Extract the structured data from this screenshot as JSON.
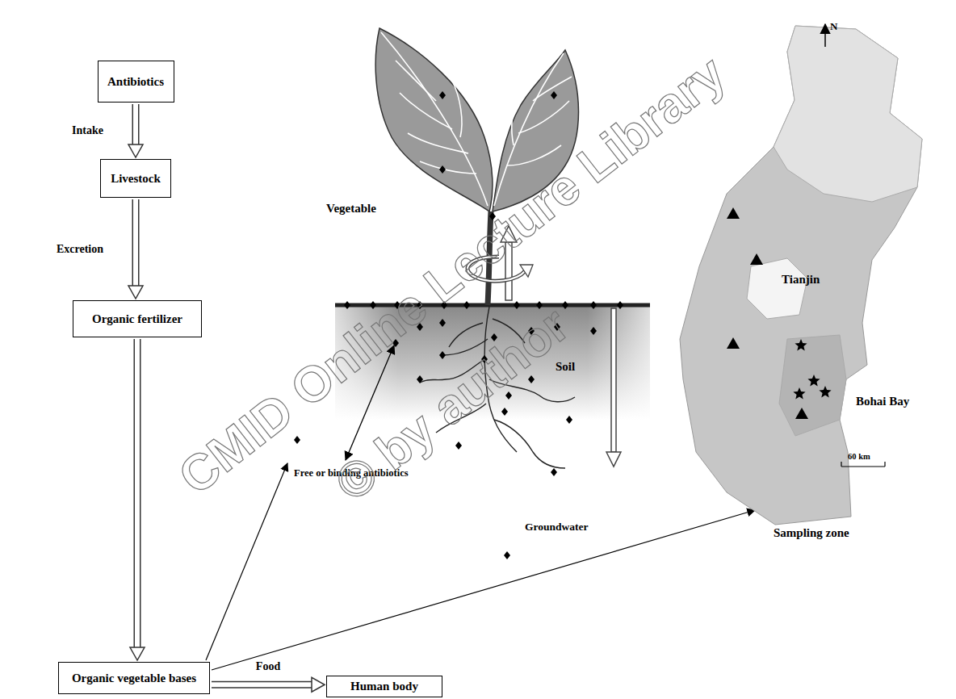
{
  "diagram": {
    "nodes": [
      {
        "text": [
          "Antibiotics"
        ]
      },
      {
        "text": [
          "Livestock"
        ]
      },
      {
        "text": [
          "Organic fertilizer"
        ]
      },
      {
        "text": [
          "Organic vegetable bases"
        ]
      },
      {
        "text": [
          "Human body"
        ]
      }
    ],
    "edges": [
      {
        "from": 0,
        "to": 1,
        "arrow": "to",
        "label": "Intake"
      },
      {
        "from": 1,
        "to": 2,
        "arrow": "to",
        "label": "Excretion"
      },
      {
        "from": 2,
        "to": 3,
        "arrow": "to"
      },
      {
        "from": 3,
        "to": 4,
        "arrow": "to",
        "label": "Food"
      }
    ],
    "labels": [
      "Vegetable",
      "Soil",
      "Free or binding antibiotics",
      "Groundwater",
      "N",
      "Tianjin",
      "Bohai Bay",
      "60 km",
      "Sampling zone",
      "CMID Online Lecture Library",
      "© by author"
    ]
  }
}
